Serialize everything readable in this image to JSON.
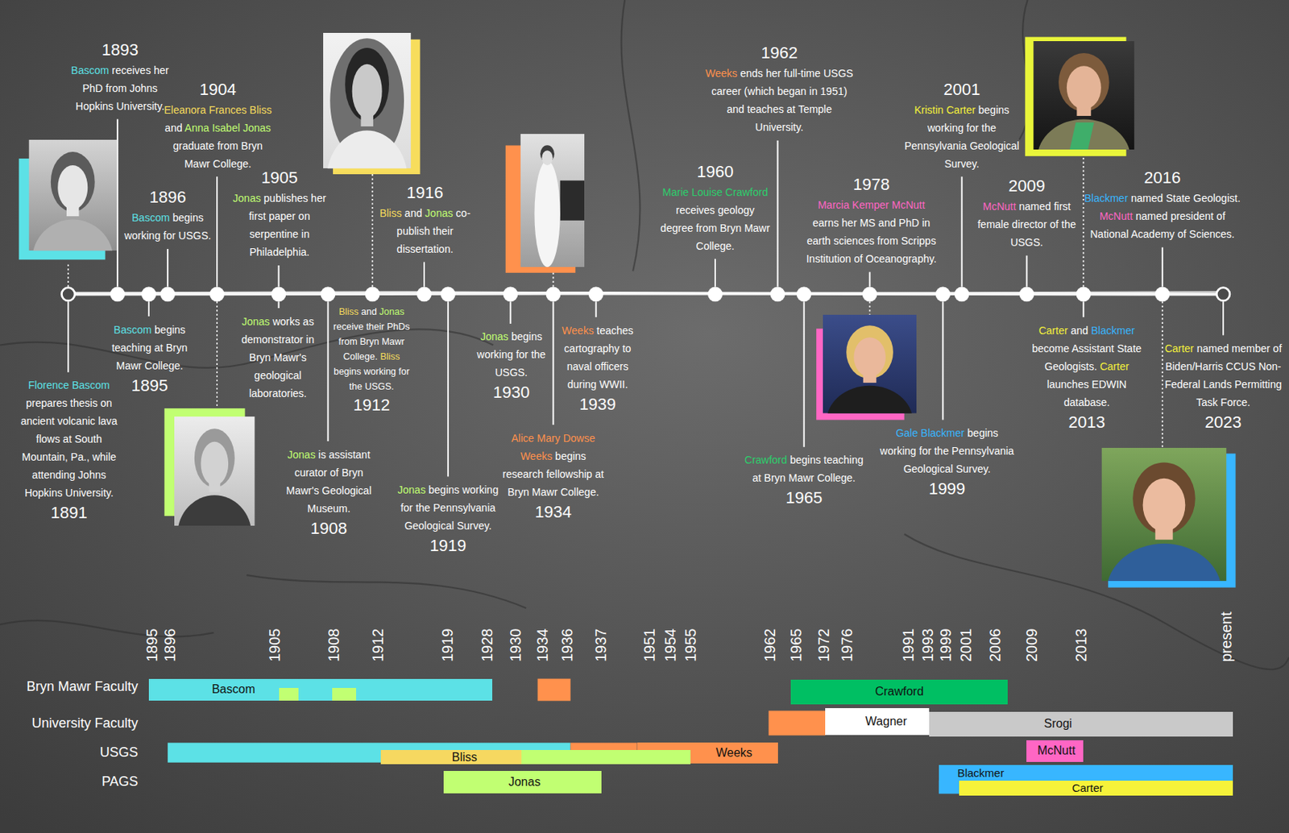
{
  "diagram": {
    "nodes": [
      {
        "text": [
          "Bascom"
        ]
      },
      {
        "text": [
          "Crawford"
        ]
      },
      {
        "text": [
          "Wagner"
        ]
      },
      {
        "text": [
          "Srogi"
        ]
      },
      {
        "text": [
          "Bliss"
        ]
      },
      {
        "text": [
          "Weeks"
        ]
      },
      {
        "text": [
          "McNutt"
        ]
      },
      {
        "text": [
          "Jonas"
        ]
      },
      {
        "text": [
          "Blackmer"
        ]
      },
      {
        "text": [
          "Carter"
        ]
      }
    ],
    "labels": [
      "Florence Bascom prepares thesis on ancient volcanic lava flows at South Mountain, Pa., while attending Johns Hopkins University.",
      "1891",
      "Bascom receives her PhD from Johns Hopkins University.",
      "1893",
      "Bascom begins teaching at Bryn Mawr College.",
      "1895",
      "Bascom begins working for USGS.",
      "1896",
      "Eleanora Frances Bliss and Anna Isabel Jonas graduate from Bryn Mawr College.",
      "1904",
      "Jonas publishes her first paper on serpentine in Philadelphia.",
      "1905",
      "Jonas works as demonstrator in Bryn Mawr's geological laboratories.",
      "Jonas is assistant curator of Bryn Mawr's Geological Museum.",
      "1908",
      "Bliss and Jonas receive their PhDs from Bryn Mawr College. Bliss begins working for the USGS.",
      "1912",
      "Bliss and Jonas co-publish their dissertation.",
      "1916",
      "Jonas begins working for the Pennsylvania Geological Survey.",
      "1919",
      "Jonas begins working for the USGS.",
      "1930",
      "Alice Mary Dowse Weeks begins research fellowship at Bryn Mawr College.",
      "1934",
      "Weeks teaches cartography to naval officers during WWII.",
      "1939",
      "Marie Louise Crawford receives geology degree from Bryn Mawr College.",
      "1960",
      "Weeks ends her full-time USGS career (which began in 1951) and teaches at Temple University.",
      "1962",
      "Crawford begins teaching at Bryn Mawr College.",
      "1965",
      "Marcia Kemper McNutt earns her MS and PhD in earth sciences from Scripps Institution of Oceanography.",
      "1978",
      "Gale Blackmer begins working for the Pennsylvania Geological Survey.",
      "1999",
      "Kristin Carter begins working for the Pennsylvania Geological Survey.",
      "2001",
      "McNutt named first female director of the USGS.",
      "2009",
      "Carter and Blackmer become Assistant State Geologists. Carter launches EDWIN database.",
      "2013",
      "Blackmer named State Geologist. McNutt named president of National Academy of Sciences.",
      "2016",
      "Carter named member of Biden/Harris CCUS Non-Federal Lands Permitting Task Force.",
      "2023",
      "1895",
      "1896",
      "1905",
      "1908",
      "1912",
      "1919",
      "1928",
      "1930",
      "1934",
      "1936",
      "1937",
      "1951",
      "1954",
      "1955",
      "1962",
      "1965",
      "1972",
      "1976",
      "1991",
      "1993",
      "1999",
      "2001",
      "2006",
      "2009",
      "2013",
      "present",
      "Bryn Mawr Faculty",
      "University Faculty",
      "USGS",
      "PAGS"
    ]
  }
}
